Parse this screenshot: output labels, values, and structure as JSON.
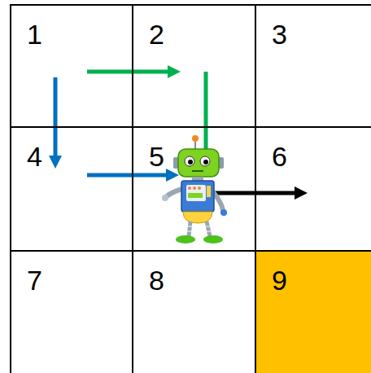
{
  "diagram": {
    "nodes": [
      {
        "text": [
          "1"
        ]
      },
      {
        "text": [
          "2"
        ]
      },
      {
        "text": [
          "3"
        ]
      },
      {
        "text": [
          "4"
        ]
      },
      {
        "text": [
          "5"
        ]
      },
      {
        "text": [
          "6"
        ]
      },
      {
        "text": [
          "7"
        ]
      },
      {
        "text": [
          "8"
        ]
      },
      {
        "text": [
          "9"
        ]
      }
    ],
    "edges": [
      {
        "from": 0,
        "to": 3,
        "arrow": "to"
      },
      {
        "from": 3,
        "to": 4,
        "arrow": "to"
      },
      {
        "from": 0,
        "to": 1,
        "arrow": "to"
      },
      {
        "from": 1,
        "to": 4,
        "arrow": "to"
      },
      {
        "from": 4,
        "to": 5,
        "arrow": "to"
      }
    ]
  }
}
